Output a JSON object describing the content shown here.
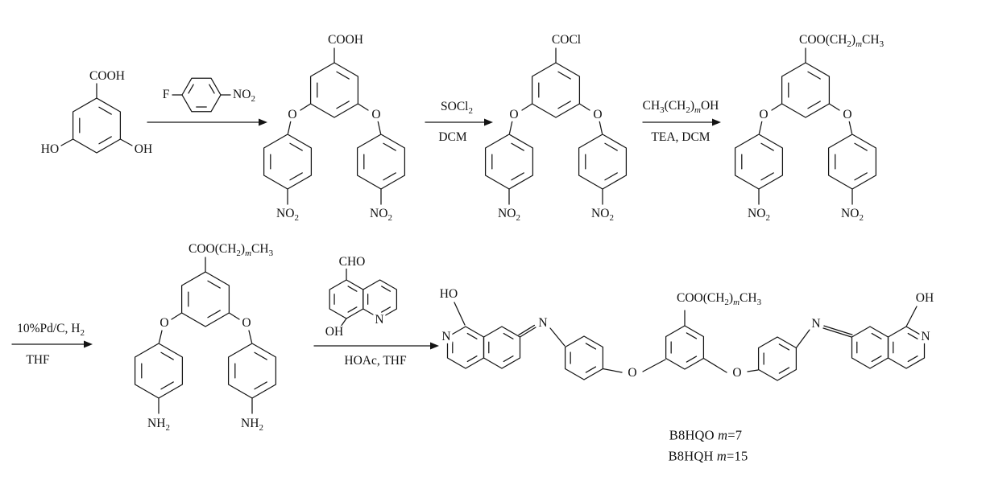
{
  "atoms": {
    "o": "O",
    "n": "N",
    "f": "F",
    "ho": "HO",
    "oh": "OH",
    "cho": "CHO"
  },
  "formulas": {
    "cooh": "COOH",
    "cocl": "COCl",
    "no2": [
      [
        "t",
        "NO"
      ],
      [
        "s",
        "2"
      ]
    ],
    "nh2": [
      [
        "t",
        "NH"
      ],
      [
        "s",
        "2"
      ]
    ],
    "ester": [
      [
        "t",
        "COO(CH"
      ],
      [
        "s",
        "2"
      ],
      [
        "t",
        ")"
      ],
      [
        "i",
        "m"
      ],
      [
        "t",
        "CH"
      ],
      [
        "s",
        "3"
      ]
    ]
  },
  "steps": {
    "step2": {
      "above": [
        [
          "t",
          "SOCl"
        ],
        [
          "s",
          "2"
        ]
      ],
      "below": "DCM"
    },
    "step3": {
      "above": [
        [
          "t",
          "CH"
        ],
        [
          "s",
          "3"
        ],
        [
          "t",
          "(CH"
        ],
        [
          "s",
          "2"
        ],
        [
          "t",
          ")"
        ],
        [
          "i",
          "m"
        ],
        [
          "t",
          "OH"
        ]
      ],
      "below": "TEA, DCM"
    },
    "step4": {
      "above": [
        [
          "t",
          "10%Pd/C, H"
        ],
        [
          "s",
          "2"
        ]
      ],
      "below": "THF"
    },
    "step5": {
      "below": "HOAc, THF"
    }
  },
  "products": [
    [
      [
        "t",
        "B8HQO "
      ],
      [
        "it",
        "m"
      ],
      [
        "t",
        "=7"
      ]
    ],
    [
      [
        "t",
        "B8HQH "
      ],
      [
        "it",
        "m"
      ],
      [
        "t",
        "=15"
      ]
    ]
  ]
}
